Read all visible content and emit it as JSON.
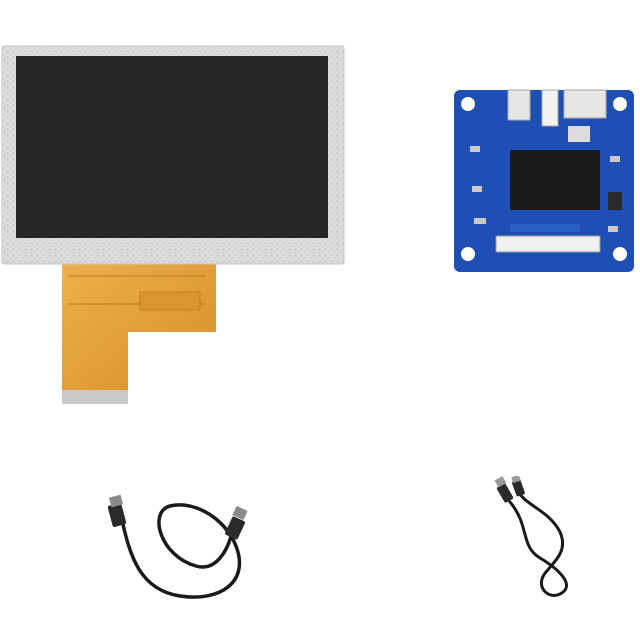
{
  "scene": {
    "background": "#ffffff",
    "items": [
      {
        "id": "lcd-display",
        "colors": {
          "bezel": "#d9d9d9",
          "panel": "#262626",
          "flex_cable": "#e2a23a"
        }
      },
      {
        "id": "driver-board",
        "colors": {
          "pcb": "#1f4fb5",
          "chip": "#1b1b1b",
          "connector": "#e6e6e6"
        }
      },
      {
        "id": "hdmi-cable",
        "colors": {
          "cable": "#1a1a1a",
          "plug_metal": "#8a8a8a"
        }
      },
      {
        "id": "usb-cable",
        "colors": {
          "cable": "#1a1a1a",
          "plug_metal": "#9a9a9a"
        }
      }
    ]
  }
}
